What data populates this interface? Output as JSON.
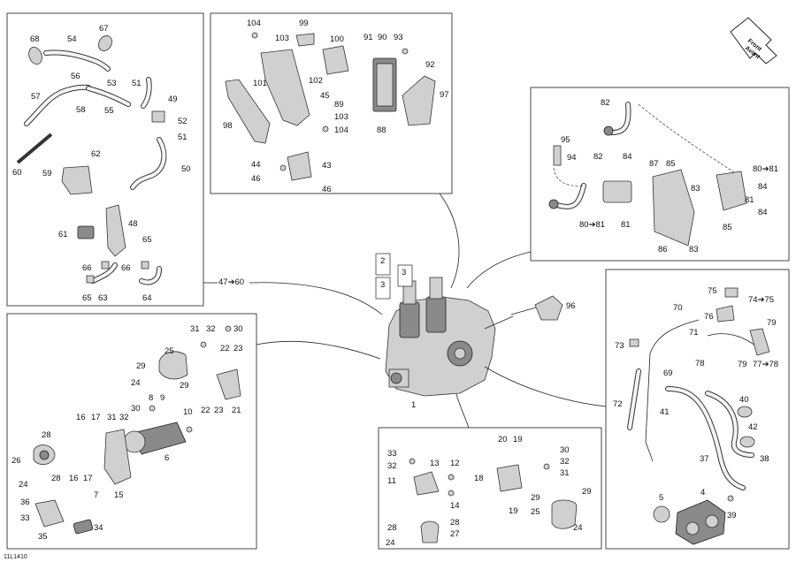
{
  "diagram_code": "11L1410",
  "front_arrow": {
    "line1": "Front",
    "line2": "Avant"
  },
  "center_labels": {
    "engine": "1",
    "spark_plug": "2",
    "cap_a": "3",
    "cap_b": "3",
    "link_top_left": "47➔60"
  },
  "panel_top_left": {
    "labels": [
      "68",
      "54",
      "67",
      "56",
      "53",
      "51",
      "49",
      "57",
      "58",
      "55",
      "52",
      "51",
      "60",
      "62",
      "50",
      "59",
      "48",
      "61",
      "65",
      "66",
      "66",
      "65",
      "63",
      "64"
    ]
  },
  "panel_top_middle": {
    "labels": [
      "104",
      "99",
      "103",
      "100",
      "91",
      "90",
      "93",
      "92",
      "102",
      "101",
      "45",
      "97",
      "89",
      "103",
      "98",
      "104",
      "88",
      "44",
      "43",
      "46",
      "46"
    ]
  },
  "panel_top_right": {
    "labels": [
      "82",
      "95",
      "94",
      "84",
      "87",
      "85",
      "80➔81",
      "82",
      "83",
      "84",
      "81",
      "84",
      "80➔81",
      "81",
      "85",
      "86",
      "83"
    ]
  },
  "panel_bottom_left": {
    "labels": [
      "31",
      "32",
      "30",
      "25",
      "22",
      "23",
      "29",
      "24",
      "29",
      "8",
      "9",
      "22",
      "23",
      "21",
      "16",
      "17",
      "31",
      "32",
      "30",
      "10",
      "28",
      "6",
      "26",
      "24",
      "28",
      "16",
      "17",
      "7",
      "15",
      "36",
      "33",
      "34",
      "35"
    ]
  },
  "panel_bottom_middle": {
    "labels": [
      "20",
      "19",
      "33",
      "30",
      "32",
      "13",
      "12",
      "32",
      "31",
      "11",
      "18",
      "14",
      "29",
      "29",
      "19",
      "25",
      "28",
      "28",
      "27",
      "24",
      "24"
    ]
  },
  "panel_bottom_right": {
    "labels": [
      "75",
      "74➔75",
      "70",
      "76",
      "79",
      "73",
      "71",
      "78",
      "79",
      "77➔78",
      "69",
      "72",
      "41",
      "40",
      "42",
      "37",
      "38",
      "5",
      "4",
      "39"
    ]
  },
  "floating_labels": {
    "item96": "96"
  }
}
